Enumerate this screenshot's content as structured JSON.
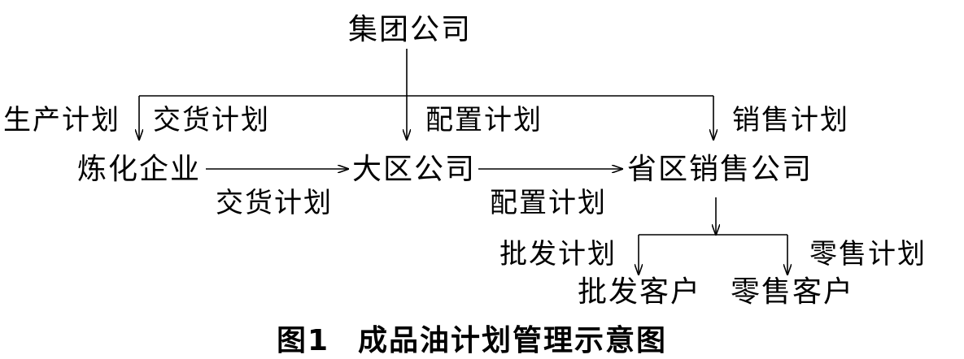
{
  "nodes": {
    "group": "集团公司",
    "refinery": "炼化企业",
    "region": "大区公司",
    "province": "省区销售公司",
    "wholesale_customer": "批发客户",
    "retail_customer": "零售客户"
  },
  "edges": {
    "production_plan": "生产计划",
    "delivery_plan_top": "交货计划",
    "allocation_plan_top": "配置计划",
    "sales_plan": "销售计划",
    "delivery_plan_mid": "交货计划",
    "allocation_plan_mid": "配置计划",
    "wholesale_plan": "批发计划",
    "retail_plan": "零售计划"
  },
  "caption": {
    "number": "图1",
    "title": "成品油计划管理示意图"
  }
}
